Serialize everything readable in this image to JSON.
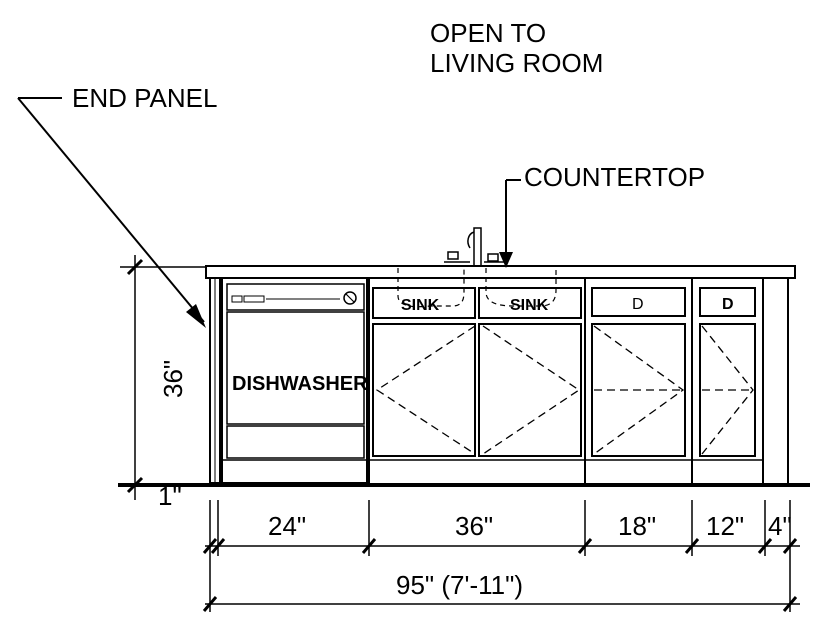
{
  "labels": {
    "open_to_line1": "OPEN TO",
    "open_to_line2": "LIVING ROOM",
    "end_panel": "END PANEL",
    "countertop": "COUNTERTOP",
    "dishwasher": "DISHWASHER",
    "sink_left": "SINK",
    "sink_right": "SINK",
    "drawer_18": "D",
    "drawer_12": "D"
  },
  "dimensions": {
    "height": "36\"",
    "toe_kick": "1\"",
    "w_dishwasher": "24\"",
    "w_sink": "36\"",
    "w_cab18": "18\"",
    "w_cab12": "12\"",
    "w_panel4": "4\"",
    "overall": "95\" (7'-11\")"
  }
}
